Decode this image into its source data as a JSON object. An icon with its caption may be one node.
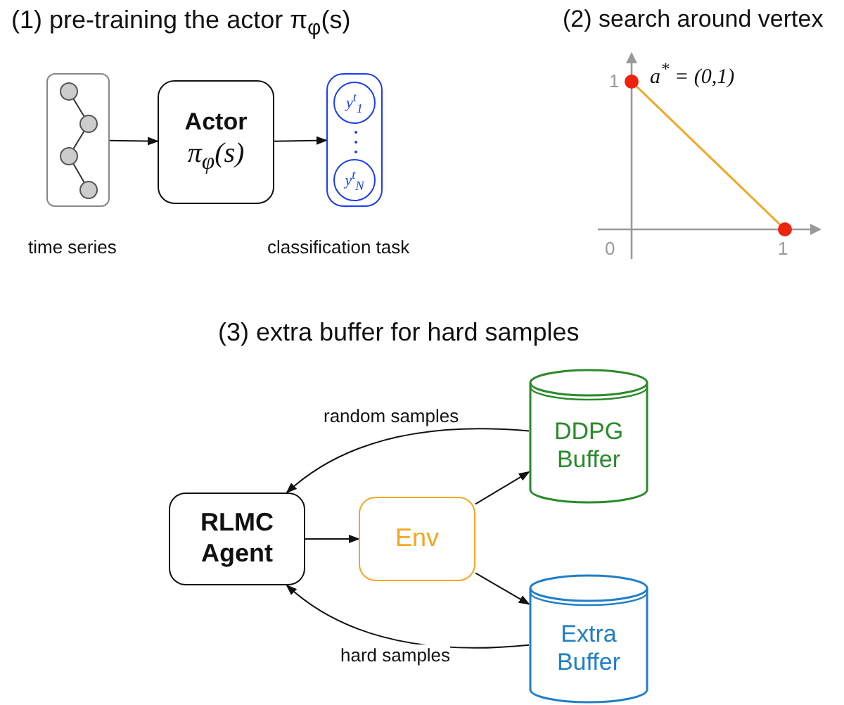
{
  "diagram": {
    "nodes": [
      {
        "text": [],
        "shape": "box",
        "beside": [
          "time series"
        ]
      },
      {
        "text": [
          "Actor",
          "π$_{φ}$(s)"
        ]
      },
      {
        "text": [],
        "shape": "box",
        "beside": [
          "classification task"
        ]
      },
      {
        "text": [
          "y$^{t}$$_{1}$"
        ],
        "in": 2
      },
      {
        "text": [
          "y$^{t}$$_{N}$"
        ],
        "in": 2
      },
      {
        "text": [
          "RLMC Agent"
        ]
      },
      {
        "text": [
          "Env"
        ]
      },
      {
        "text": [
          "DDPG Buffer"
        ]
      },
      {
        "text": [
          "Extra Buffer"
        ]
      }
    ],
    "edges": [
      {
        "from": 0,
        "to": 1,
        "arrow": "to"
      },
      {
        "from": 1,
        "to": 2,
        "arrow": "to"
      },
      {
        "from": 5,
        "to": 6,
        "arrow": "to"
      },
      {
        "from": 6,
        "to": 7,
        "arrow": "to"
      },
      {
        "from": 6,
        "to": 8,
        "arrow": "to"
      },
      {
        "from": 7,
        "to": 5,
        "arrow": "to",
        "label": "random samples"
      },
      {
        "from": 8,
        "to": 5,
        "arrow": "to",
        "label": "hard samples"
      }
    ],
    "labels": [
      "(1) pre-training the actor π$_{φ}$(s)",
      "(2) search around vertex",
      "1",
      "a$^{*}$ = (0,1)",
      "0",
      "1",
      "(3) extra buffer for hard samples"
    ]
  }
}
